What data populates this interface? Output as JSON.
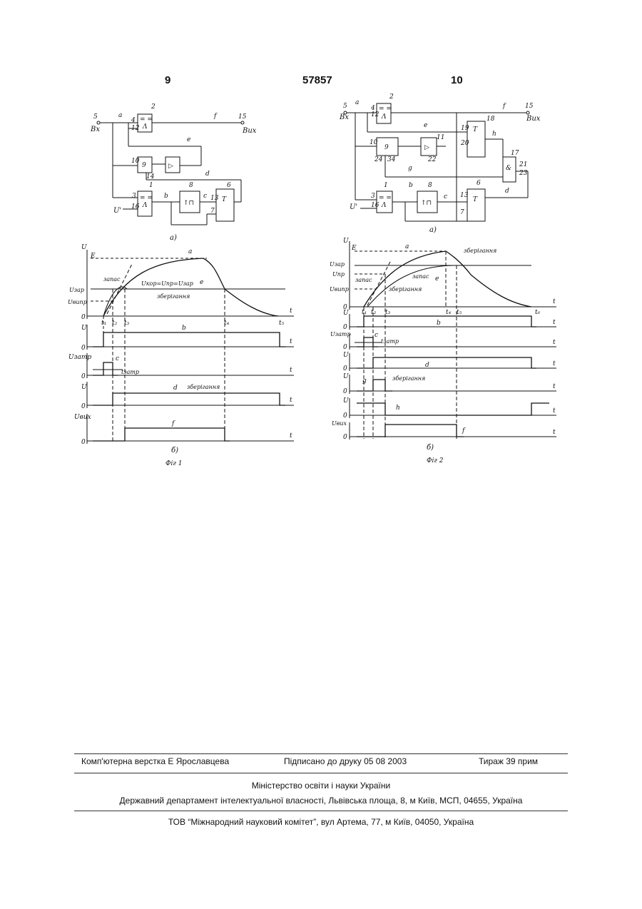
{
  "header": {
    "left_page": "9",
    "patent_number": "57857",
    "right_page": "10"
  },
  "fig1": {
    "circuit": {
      "in": "Вх",
      "out": "Вих",
      "u_prime": "U'",
      "nodes": [
        "5",
        "a",
        "4",
        "12",
        "2",
        "f",
        "15",
        "e",
        "10",
        "9",
        "14",
        "d",
        "3",
        "16",
        "1",
        "b",
        "8",
        "c",
        "13",
        "6",
        "7"
      ],
      "cmp": "= =",
      "and": "Λ",
      "amp": "▷",
      "trig": "T",
      "pulse": "↑⊓",
      "sublabel": "а)"
    },
    "graphs": {
      "y_labels": [
        "U",
        "U",
        "Uзатр",
        "U",
        "Uвих"
      ],
      "levels": [
        "E",
        "Uзар",
        "Uвипр"
      ],
      "zeros": [
        "0",
        "0",
        "0",
        "0",
        "0"
      ],
      "t": [
        "t",
        "t",
        "t",
        "t",
        "t"
      ],
      "times": [
        "t₁",
        "t₂",
        "t₃",
        "t₄",
        "t₅"
      ],
      "curve_labels": [
        "a",
        "e",
        "b",
        "c",
        "d",
        "f"
      ],
      "notes": [
        "запас",
        "Uкор=Uпр=Uзар",
        "зберігання",
        "зберігання",
        "tзатр"
      ],
      "sublabel": "б)"
    },
    "caption": "Фіг 1"
  },
  "fig2": {
    "circuit": {
      "in": "Вх",
      "out": "Вих",
      "u_prime": "U'",
      "nodes": [
        "5",
        "a",
        "4",
        "12",
        "2",
        "f",
        "15",
        "e",
        "11",
        "10",
        "9",
        "24",
        "34",
        "22",
        "19",
        "18",
        "20",
        "h",
        "17",
        "21",
        "23",
        "g",
        "1",
        "3",
        "16",
        "b",
        "8",
        "c",
        "13",
        "6",
        "7",
        "d"
      ],
      "cmp": "= =",
      "and": "Λ",
      "amp": "▷",
      "trig": "T",
      "pulse": "↑⊓",
      "and2": "&",
      "sublabel": "а)"
    },
    "graphs": {
      "y_labels": [
        "U",
        "U",
        "Uзатр",
        "U",
        "U",
        "U",
        "Uвих"
      ],
      "levels": [
        "E",
        "Uзар",
        "Uпр",
        "Uвипр"
      ],
      "zeros": [
        "0",
        "0",
        "0",
        "0",
        "0",
        "0",
        "0"
      ],
      "t": [
        "t",
        "t",
        "t",
        "t",
        "t",
        "t",
        "t"
      ],
      "times": [
        "t₁",
        "t₂",
        "t₃",
        "t₄",
        "t₅",
        "t₆"
      ],
      "curve_labels": [
        "a",
        "e",
        "b",
        "c",
        "d",
        "g",
        "h",
        "f"
      ],
      "notes": [
        "запас",
        "запас",
        "зберігання",
        "зберігання",
        "зберігання",
        "tзатр"
      ],
      "sublabel": "б)"
    },
    "caption": "Фіг 2"
  },
  "footer": {
    "layout": "Комп'ютерна верстка Е  Ярославцева",
    "signed": "Підписано до друку 05 08 2003",
    "run": "Тираж 39 прим",
    "ministry": "Міністерство освіти і науки України",
    "department": "Державний департамент інтелектуальної власності, Львівська площа, 8, м  Київ, МСП, 04655, Україна",
    "committee": "ТОВ “Міжнародний науковий комітет”, вул  Артема, 77, м  Київ, 04050, Україна"
  }
}
